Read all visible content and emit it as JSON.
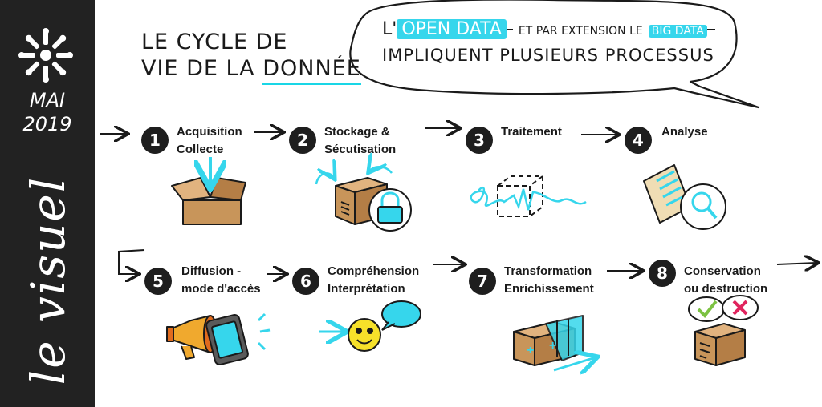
{
  "sidebar": {
    "date_month": "MAI",
    "date_year": "2019",
    "vertical_text": "le visuel"
  },
  "title": {
    "line1": "LE CYCLE DE",
    "line2_prefix": "VIE DE LA ",
    "line2_underlined": "DONNÉE"
  },
  "bubble": {
    "prefix": "L'",
    "highlight1": "OPEN DATA",
    "middle": "ET PAR EXTENSION LE",
    "highlight2": "BIG DATA",
    "line2": "IMPLIQUENT PLUSIEURS PROCESSUS"
  },
  "steps": [
    {
      "number": "1",
      "line1": "Acquisition",
      "line2": "Collecte"
    },
    {
      "number": "2",
      "line1": "Stockage &",
      "line2": "Sécutisation"
    },
    {
      "number": "3",
      "line1": "Traitement",
      "line2": ""
    },
    {
      "number": "4",
      "line1": "Analyse",
      "line2": ""
    },
    {
      "number": "5",
      "line1": "Diffusion -",
      "line2": "mode d'accès"
    },
    {
      "number": "6",
      "line1": "Compréhension",
      "line2": "Interprétation"
    },
    {
      "number": "7",
      "line1": "Transformation",
      "line2": "Enrichissement"
    },
    {
      "number": "8",
      "line1": "Conservation",
      "line2": "ou destruction"
    }
  ],
  "colors": {
    "accent": "#36d6ec",
    "dark": "#222222",
    "box": "#c8955a",
    "check": "#7cc242",
    "cross": "#e0245e"
  }
}
